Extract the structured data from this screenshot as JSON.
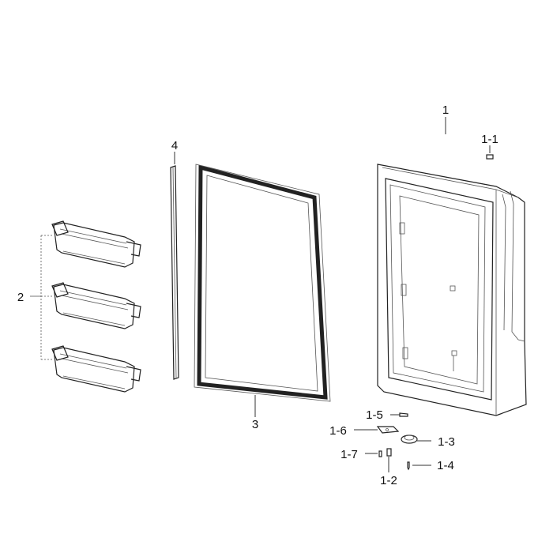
{
  "labels": {
    "door": "1",
    "hinge_cap": "1-1",
    "part_1_2": "1-2",
    "part_1_3": "1-3",
    "screw": "1-4",
    "part_1_5": "1-5",
    "part_1_6": "1-6",
    "part_1_7": "1-7",
    "door_bins": "2",
    "gasket": "3",
    "strip": "4"
  }
}
